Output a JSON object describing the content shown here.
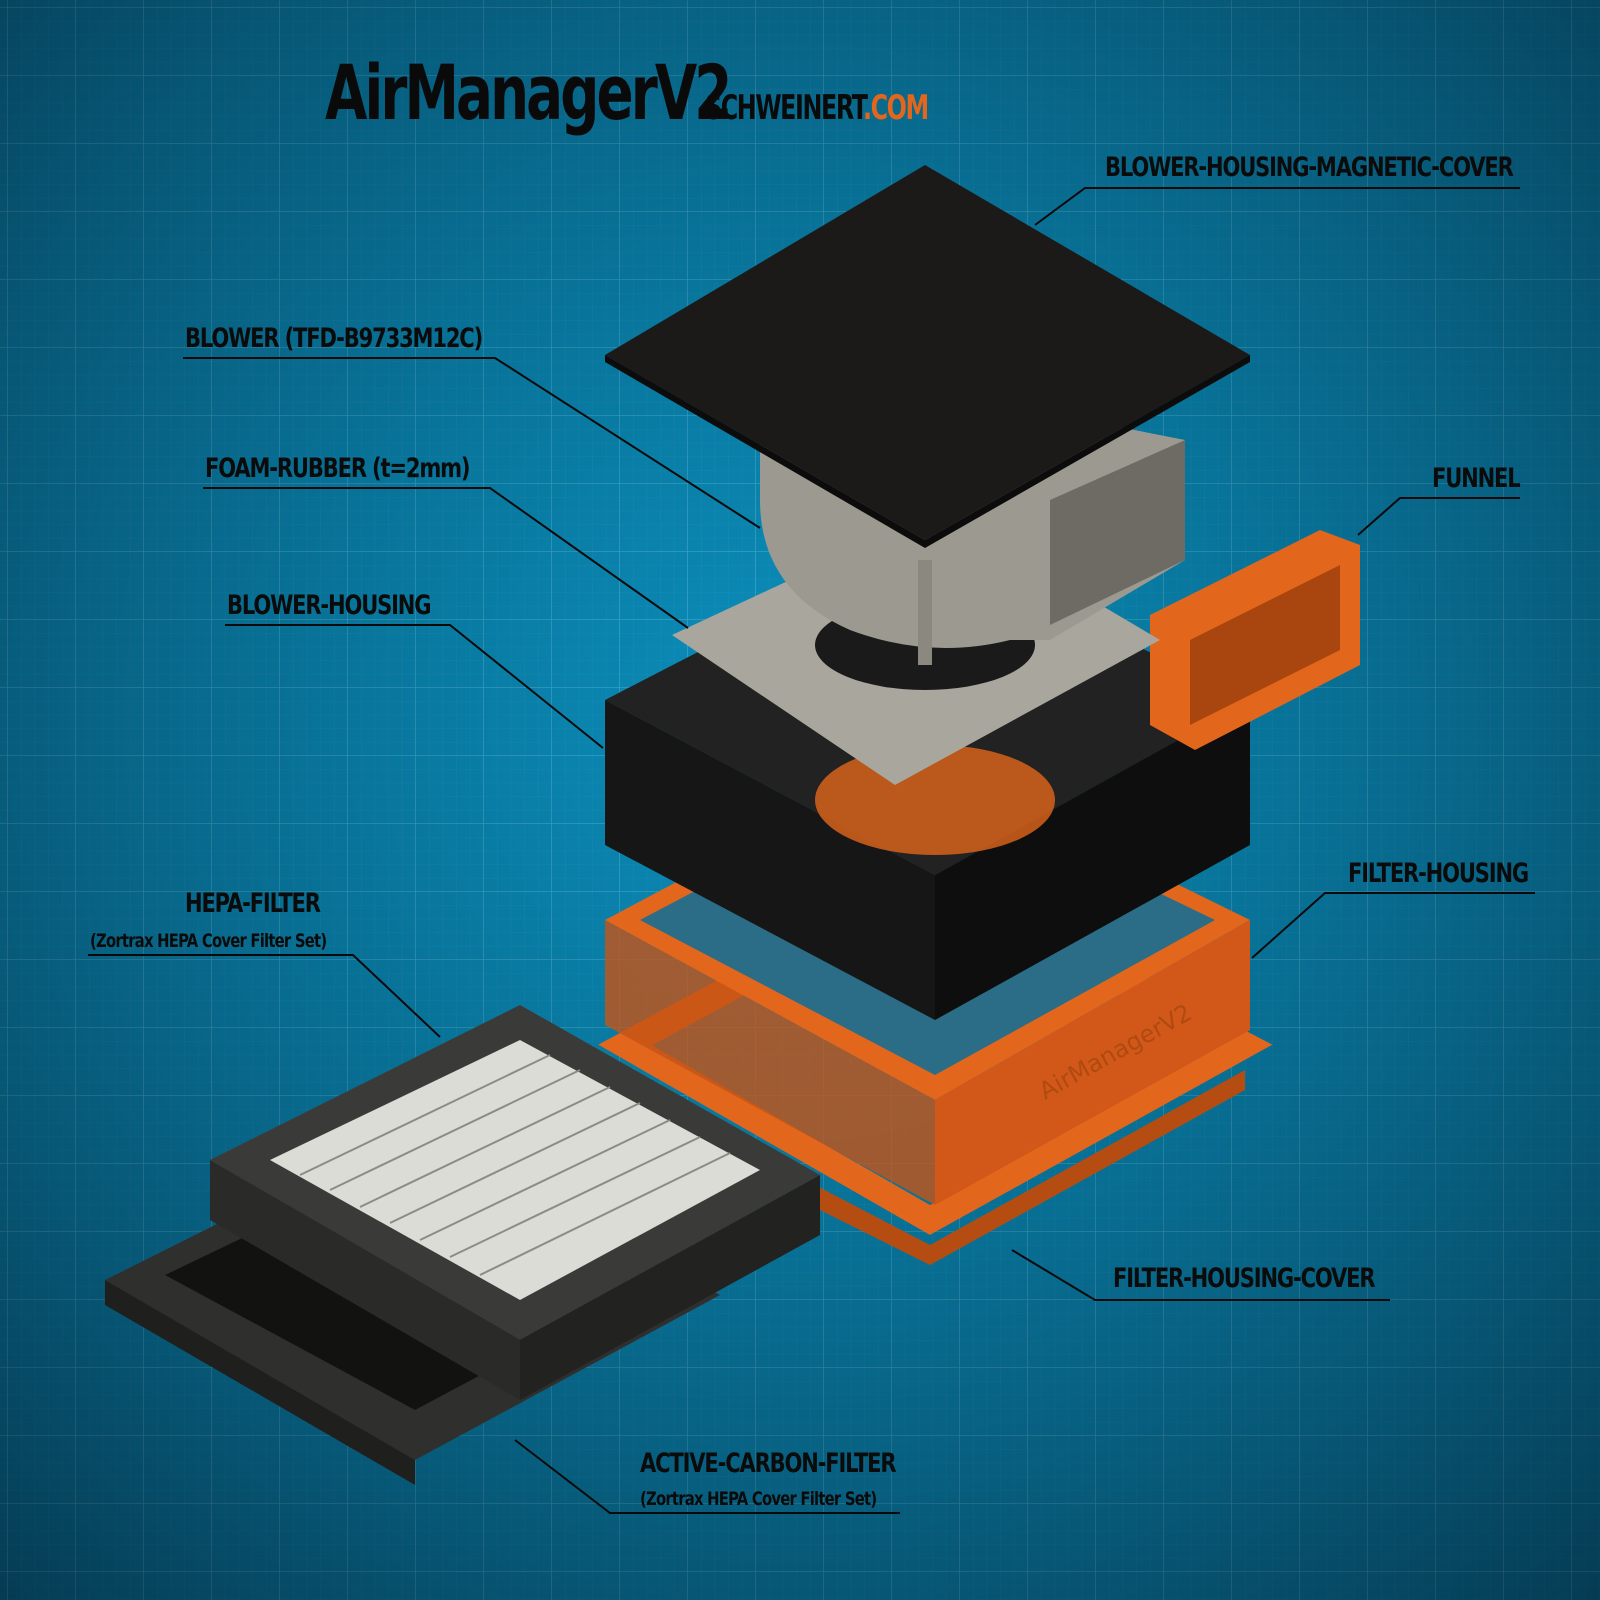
{
  "title": "AirManagerV2",
  "site": {
    "name": "SCHWEINERT",
    "domain": ".COM"
  },
  "engraving": "AirManagerV2",
  "labels": {
    "magnetic_cover": "BLOWER-HOUSING-MAGNETIC-COVER",
    "blower": "BLOWER (TFD-B9733M12C)",
    "foam": "FOAM-RUBBER (t=2mm)",
    "blower_housing": "BLOWER-HOUSING",
    "funnel": "FUNNEL",
    "filter_housing": "FILTER-HOUSING",
    "hepa": "HEPA-FILTER",
    "hepa_sub": "(Zortrax HEPA Cover Filter Set)",
    "filter_housing_cover": "FILTER-HOUSING-COVER",
    "carbon": "ACTIVE-CARBON-FILTER",
    "carbon_sub": "(Zortrax HEPA Cover Filter Set)"
  },
  "colors": {
    "background": "#0b6f9a",
    "grid": "#7fc3dd",
    "orange": "#e2661c",
    "black": "#151515",
    "metal": "#a8a69c"
  }
}
